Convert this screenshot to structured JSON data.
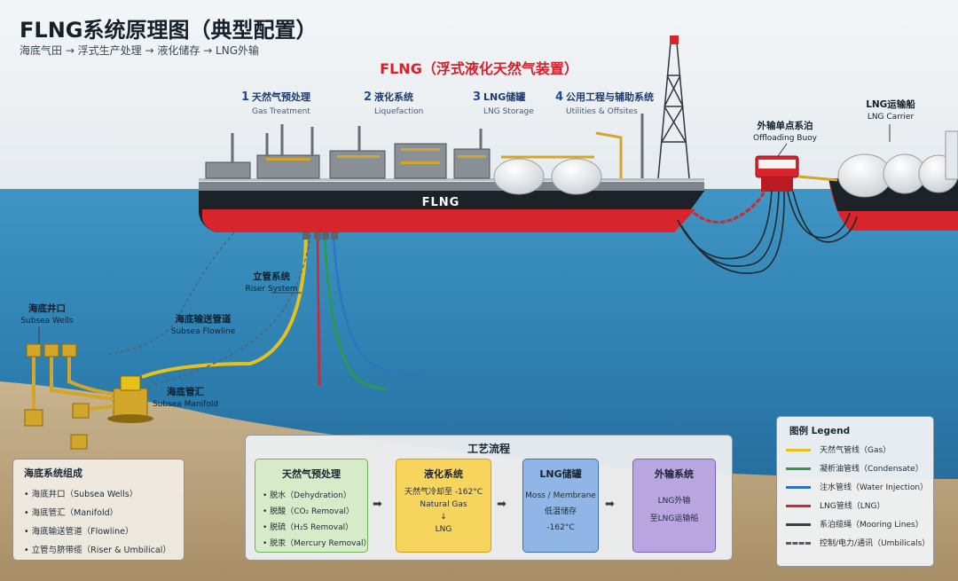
{
  "title": "FLNG系统原理图（典型配置）",
  "subtitle": "海底气田 → 浮式生产处理 → 液化储存 → LNG外输",
  "flng_title": "FLNG（浮式液化天然气装置）",
  "ship_name": "FLNG",
  "systems": [
    {
      "num": "1",
      "zh": "天然气预处理",
      "en": "Gas Treatment"
    },
    {
      "num": "2",
      "zh": "液化系统",
      "en": "Liquefaction"
    },
    {
      "num": "3",
      "zh": "LNG储罐",
      "en": "LNG Storage"
    },
    {
      "num": "4",
      "zh": "公用工程与辅助系统",
      "en": "Utilities & Offsites"
    }
  ],
  "labels": {
    "buoy": {
      "zh": "外输单点系泊",
      "en": "Offloading Buoy"
    },
    "carrier": {
      "zh": "LNG运输船",
      "en": "LNG Carrier"
    },
    "riser": {
      "zh": "立管系统",
      "en": "Riser System"
    },
    "flowline": {
      "zh": "海底输送管道",
      "en": "Subsea Flowline"
    },
    "wells": {
      "zh": "海底井口",
      "en": "Subsea Wells"
    },
    "manifold": {
      "zh": "海底管汇",
      "en": "Subsea Manifold"
    }
  },
  "process": {
    "title": "工艺流程",
    "steps": [
      {
        "title": "天然气预处理",
        "items": [
          "脱水（Dehydration）",
          "脱酸（CO₂ Removal）",
          "脱硫（H₂S Removal）",
          "脱汞（Mercury Removal）"
        ]
      },
      {
        "title": "液化系统",
        "lines": [
          "天然气冷却至 -162°C",
          "Natural Gas",
          "↓",
          "LNG"
        ]
      },
      {
        "title": "LNG储罐",
        "lines": [
          "Moss / Membrane",
          "低温储存",
          "-162°C"
        ]
      },
      {
        "title": "外输系统",
        "lines": [
          "LNG外输",
          "至LNG运输船"
        ]
      }
    ]
  },
  "subsea_panel": {
    "title": "海底系统组成",
    "items": [
      "海底井口（Subsea Wells）",
      "海底管汇（Manifold）",
      "海底输送管道（Flowline）",
      "立管与脐带缆（Riser & Umbilical）"
    ]
  },
  "legend": {
    "title": "图例  Legend",
    "items": [
      {
        "label": "天然气管线（Gas）",
        "color": "#e7c11a",
        "style": "solid"
      },
      {
        "label": "凝析油管线（Condensate）",
        "color": "#2e9a44",
        "style": "solid"
      },
      {
        "label": "注水管线（Water Injection）",
        "color": "#2f74c0",
        "style": "solid"
      },
      {
        "label": "LNG管线（LNG）",
        "color": "#d0262d",
        "style": "solid"
      },
      {
        "label": "系泊缆绳（Mooring Lines）",
        "color": "#3a3f45",
        "style": "solid"
      },
      {
        "label": "控制/电力/通讯（Umbilicals）",
        "color": "#555c63",
        "style": "dashed"
      }
    ]
  }
}
